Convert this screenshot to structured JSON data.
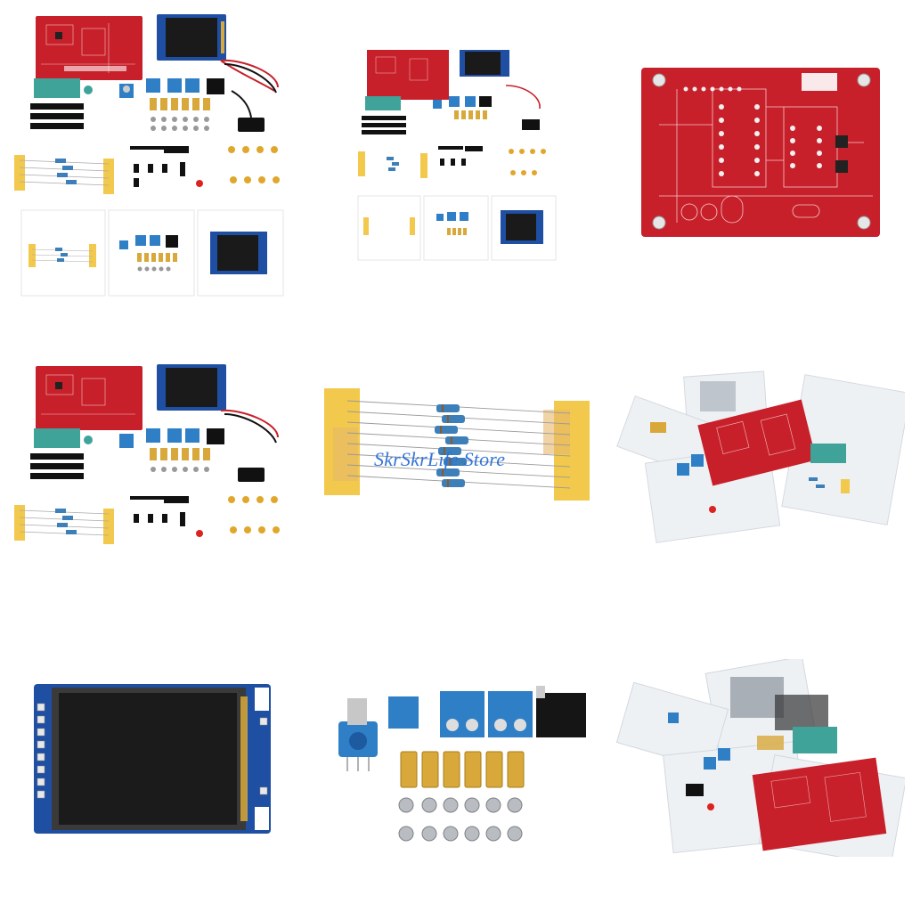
{
  "watermark": "SkrSkrLife Store",
  "colors": {
    "pcb_red": "#c8202a",
    "pcb_red_dark": "#a3171f",
    "lcd_blue": "#1f4fa3",
    "terminal_blue": "#2f7fc7",
    "socket_teal": "#3fa39a",
    "brass": "#d8a93a",
    "resistor_tape": "#f2c94c",
    "background": "#ffffff"
  },
  "images": [
    {
      "name": "kit-overview-with-details"
    },
    {
      "name": "kit-overview-small"
    },
    {
      "name": "pcb-board-closeup"
    },
    {
      "name": "kit-overview"
    },
    {
      "name": "resistors-on-tape"
    },
    {
      "name": "kit-in-bags"
    },
    {
      "name": "lcd-display-module"
    },
    {
      "name": "connectors-and-hardware"
    },
    {
      "name": "parts-bags-closeup"
    }
  ]
}
